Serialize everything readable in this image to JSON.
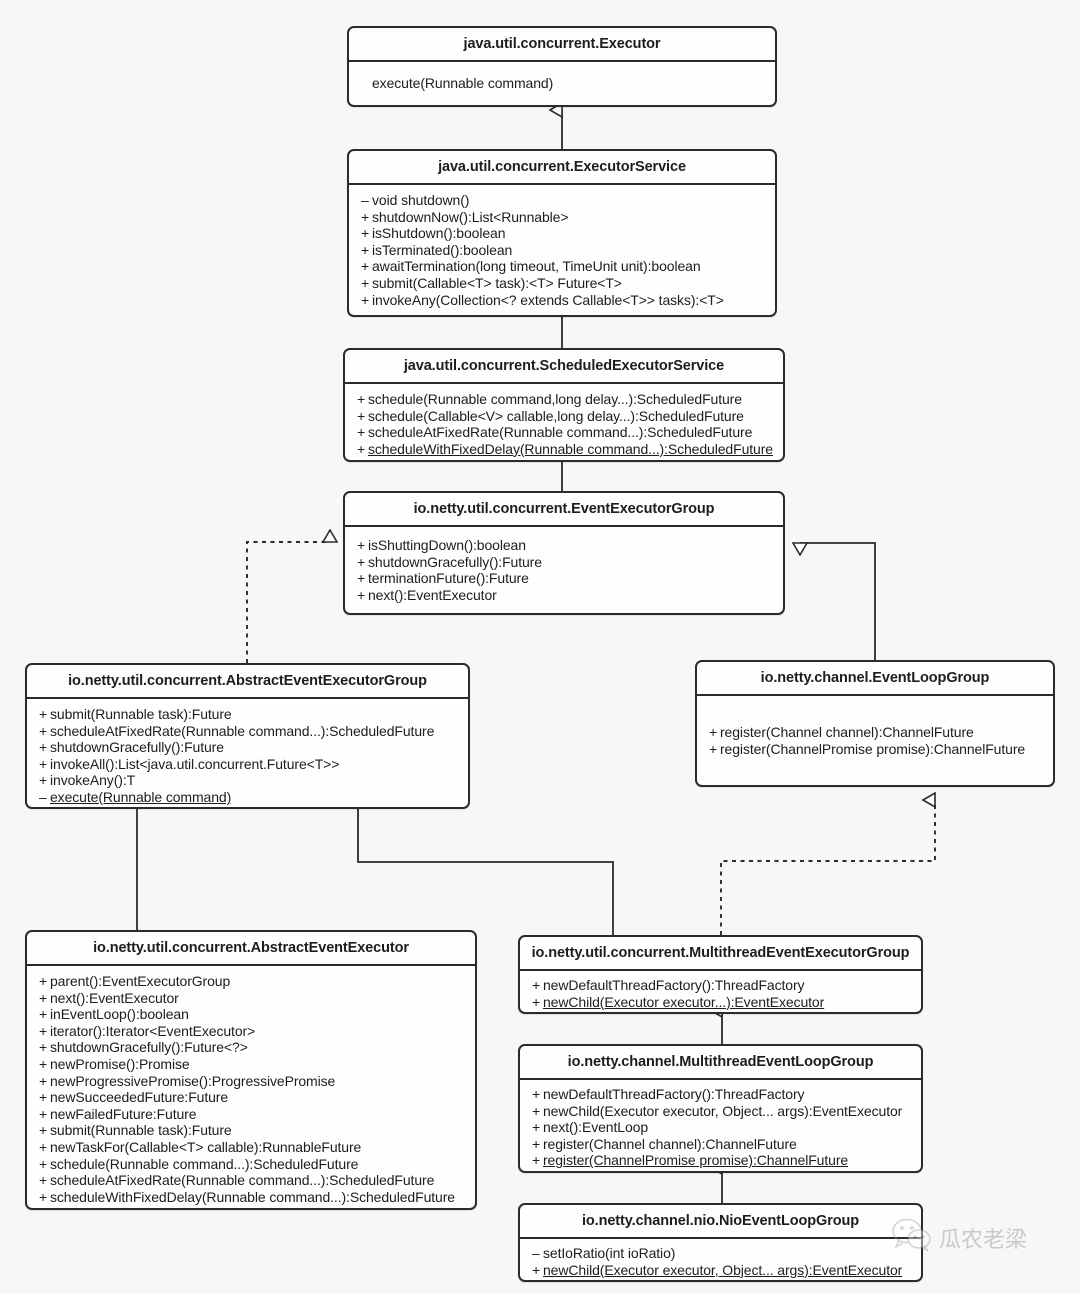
{
  "diagram": {
    "title": "Netty EventExecutor / EventLoopGroup class hierarchy",
    "background_color": "#f7f7f7",
    "box_fill": "#fefefe",
    "line_color": "#2b2b2b"
  },
  "watermark": {
    "icon": "wechat-icon",
    "text": "瓜农老梁"
  },
  "classes": [
    {
      "id": "executor",
      "name": "java.util.concurrent.Executor",
      "members": [
        {
          "visibility": "",
          "text": "execute(Runnable command)",
          "underline": false
        }
      ]
    },
    {
      "id": "executor-service",
      "name": "java.util.concurrent.ExecutorService",
      "members": [
        {
          "visibility": "–",
          "text": "void shutdown()",
          "underline": false
        },
        {
          "visibility": "+",
          "text": "shutdownNow():List<Runnable>",
          "underline": false
        },
        {
          "visibility": "+",
          "text": "isShutdown():boolean",
          "underline": false
        },
        {
          "visibility": "+",
          "text": "isTerminated():boolean",
          "underline": false
        },
        {
          "visibility": "+",
          "text": "awaitTermination(long timeout, TimeUnit unit):boolean",
          "underline": false
        },
        {
          "visibility": "+",
          "text": "submit(Callable<T> task):<T> Future<T>",
          "underline": false
        },
        {
          "visibility": "+",
          "text": "invokeAny(Collection<? extends Callable<T>> tasks):<T>",
          "underline": false
        }
      ]
    },
    {
      "id": "scheduled-executor-service",
      "name": "java.util.concurrent.ScheduledExecutorService",
      "members": [
        {
          "visibility": "+",
          "text": "schedule(Runnable command,long delay...):ScheduledFuture",
          "underline": false
        },
        {
          "visibility": "+",
          "text": "schedule(Callable<V> callable,long delay...):ScheduledFuture",
          "underline": false
        },
        {
          "visibility": "+",
          "text": "scheduleAtFixedRate(Runnable command...):ScheduledFuture",
          "underline": false
        },
        {
          "visibility": "+",
          "text": "scheduleWithFixedDelay(Runnable command...):ScheduledFuture",
          "underline": true
        }
      ]
    },
    {
      "id": "event-executor-group",
      "name": "io.netty.util.concurrent.EventExecutorGroup",
      "members": [
        {
          "visibility": "+",
          "text": "isShuttingDown():boolean",
          "underline": false
        },
        {
          "visibility": "+",
          "text": "shutdownGracefully():Future",
          "underline": false
        },
        {
          "visibility": "+",
          "text": "terminationFuture():Future",
          "underline": false
        },
        {
          "visibility": "+",
          "text": "next():EventExecutor",
          "underline": false
        }
      ]
    },
    {
      "id": "abstract-event-executor-group",
      "name": "io.netty.util.concurrent.AbstractEventExecutorGroup",
      "members": [
        {
          "visibility": "+",
          "text": "submit(Runnable task):Future",
          "underline": false
        },
        {
          "visibility": "+",
          "text": "scheduleAtFixedRate(Runnable command...):ScheduledFuture",
          "underline": false
        },
        {
          "visibility": "+",
          "text": "shutdownGracefully():Future",
          "underline": false
        },
        {
          "visibility": "+",
          "text": "invokeAll():List<java.util.concurrent.Future<T>>",
          "underline": false
        },
        {
          "visibility": "+",
          "text": "invokeAny():T",
          "underline": false
        },
        {
          "visibility": "–",
          "text": "execute(Runnable command)",
          "underline": true
        }
      ]
    },
    {
      "id": "event-loop-group",
      "name": "io.netty.channel.EventLoopGroup",
      "members": [
        {
          "visibility": "+",
          "text": "register(Channel channel):ChannelFuture",
          "underline": false
        },
        {
          "visibility": "+",
          "text": "register(ChannelPromise promise):ChannelFuture",
          "underline": false
        }
      ]
    },
    {
      "id": "abstract-event-executor",
      "name": "io.netty.util.concurrent.AbstractEventExecutor",
      "members": [
        {
          "visibility": "+",
          "text": "parent():EventExecutorGroup",
          "underline": false
        },
        {
          "visibility": "+",
          "text": "next():EventExecutor",
          "underline": false
        },
        {
          "visibility": "+",
          "text": "inEventLoop():boolean",
          "underline": false
        },
        {
          "visibility": "+",
          "text": "iterator():Iterator<EventExecutor>",
          "underline": false
        },
        {
          "visibility": "+",
          "text": "shutdownGracefully():Future<?>",
          "underline": false
        },
        {
          "visibility": "+",
          "text": "newPromise():Promise",
          "underline": false
        },
        {
          "visibility": "+",
          "text": "newProgressivePromise():ProgressivePromise",
          "underline": false
        },
        {
          "visibility": "+",
          "text": "newSucceededFuture:Future",
          "underline": false
        },
        {
          "visibility": "+",
          "text": "newFailedFuture:Future",
          "underline": false
        },
        {
          "visibility": "+",
          "text": "submit(Runnable task):Future",
          "underline": false
        },
        {
          "visibility": "+",
          "text": "newTaskFor(Callable<T> callable):RunnableFuture",
          "underline": false
        },
        {
          "visibility": "+",
          "text": "schedule(Runnable command...):ScheduledFuture",
          "underline": false
        },
        {
          "visibility": "+",
          "text": "scheduleAtFixedRate(Runnable command...):ScheduledFuture",
          "underline": false
        },
        {
          "visibility": "+",
          "text": "scheduleWithFixedDelay(Runnable command...):ScheduledFuture",
          "underline": false
        }
      ]
    },
    {
      "id": "multithread-event-executor-group",
      "name": "io.netty.util.concurrent.MultithreadEventExecutorGroup",
      "members": [
        {
          "visibility": "+",
          "text": "newDefaultThreadFactory():ThreadFactory",
          "underline": false
        },
        {
          "visibility": "+",
          "text": "newChild(Executor executor...):EventExecutor",
          "underline": true
        }
      ]
    },
    {
      "id": "multithread-event-loop-group",
      "name": "io.netty.channel.MultithreadEventLoopGroup",
      "members": [
        {
          "visibility": "+",
          "text": "newDefaultThreadFactory():ThreadFactory",
          "underline": false
        },
        {
          "visibility": "+",
          "text": "newChild(Executor executor, Object... args):EventExecutor",
          "underline": false
        },
        {
          "visibility": "+",
          "text": "next():EventLoop",
          "underline": false
        },
        {
          "visibility": "+",
          "text": "register(Channel channel):ChannelFuture",
          "underline": false
        },
        {
          "visibility": "+",
          "text": "register(ChannelPromise promise):ChannelFuture",
          "underline": true
        }
      ]
    },
    {
      "id": "nio-event-loop-group",
      "name": "io.netty.channel.nio.NioEventLoopGroup",
      "members": [
        {
          "visibility": "–",
          "text": "setIoRatio(int ioRatio)",
          "underline": false
        },
        {
          "visibility": "+",
          "text": "newChild(Executor executor, Object... args):EventExecutor",
          "underline": true
        }
      ]
    }
  ],
  "relationships": [
    {
      "from": "executor-service",
      "to": "executor",
      "type": "generalization"
    },
    {
      "from": "scheduled-executor-service",
      "to": "executor-service",
      "type": "generalization"
    },
    {
      "from": "event-executor-group",
      "to": "scheduled-executor-service",
      "type": "generalization"
    },
    {
      "from": "abstract-event-executor-group",
      "to": "event-executor-group",
      "type": "realization"
    },
    {
      "from": "event-loop-group",
      "to": "event-executor-group",
      "type": "generalization"
    },
    {
      "from": "abstract-event-executor",
      "to": "abstract-event-executor-group",
      "type": "generalization"
    },
    {
      "from": "multithread-event-executor-group",
      "to": "abstract-event-executor-group",
      "type": "generalization"
    },
    {
      "from": "multithread-event-executor-group",
      "to": "event-loop-group",
      "type": "realization"
    },
    {
      "from": "multithread-event-loop-group",
      "to": "multithread-event-executor-group",
      "type": "generalization"
    },
    {
      "from": "nio-event-loop-group",
      "to": "multithread-event-loop-group",
      "type": "generalization"
    }
  ]
}
